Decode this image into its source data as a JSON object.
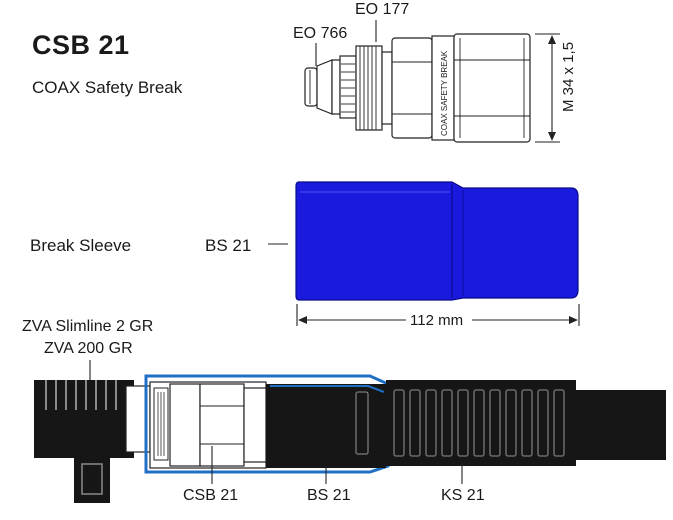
{
  "title": "CSB 21",
  "subtitle": "COAX Safety Break",
  "top_callouts": {
    "eo177": "EO 177",
    "eo766": "EO 766",
    "thread": "M 34 x 1,5",
    "body_text": "COAX SAFETY BREAK"
  },
  "sleeve": {
    "label": "Break Sleeve",
    "code": "BS 21",
    "length": "112 mm",
    "color": "#1a1adf"
  },
  "assembly": {
    "hose_label_1": "ZVA Slimline 2 GR",
    "hose_label_2": "ZVA 200 GR",
    "bottom_labels": [
      "CSB 21",
      "BS 21",
      "KS 21"
    ],
    "outline_color": "#1f6fc4"
  }
}
